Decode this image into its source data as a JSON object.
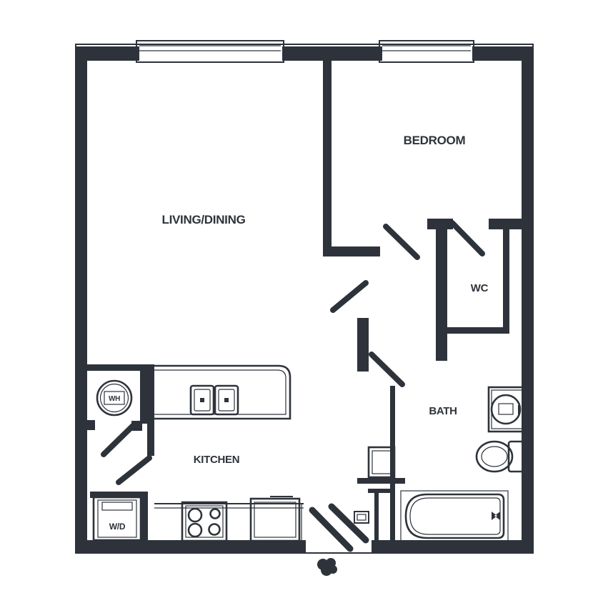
{
  "app": {
    "type": "apartment-floor-plan",
    "background_color": "#ffffff",
    "line_color": "#2e333b"
  },
  "rooms": {
    "living_dining": {
      "label": "LIVING/DINING"
    },
    "bedroom": {
      "label": "BEDROOM"
    },
    "wc": {
      "label": "WC"
    },
    "bath": {
      "label": "BATH"
    },
    "kitchen": {
      "label": "KITCHEN"
    },
    "laundry_closet": {
      "label": "W/D"
    },
    "water_heater_closet": {
      "label": "WH"
    }
  },
  "fixtures": [
    "window",
    "window",
    "kitchen-island-double-sink",
    "range-stove",
    "refrigerator",
    "washer-dryer",
    "water-heater",
    "bathroom-vanity-sink",
    "toilet",
    "bathtub",
    "linen-cabinet",
    "entry-door",
    "door-swing"
  ]
}
